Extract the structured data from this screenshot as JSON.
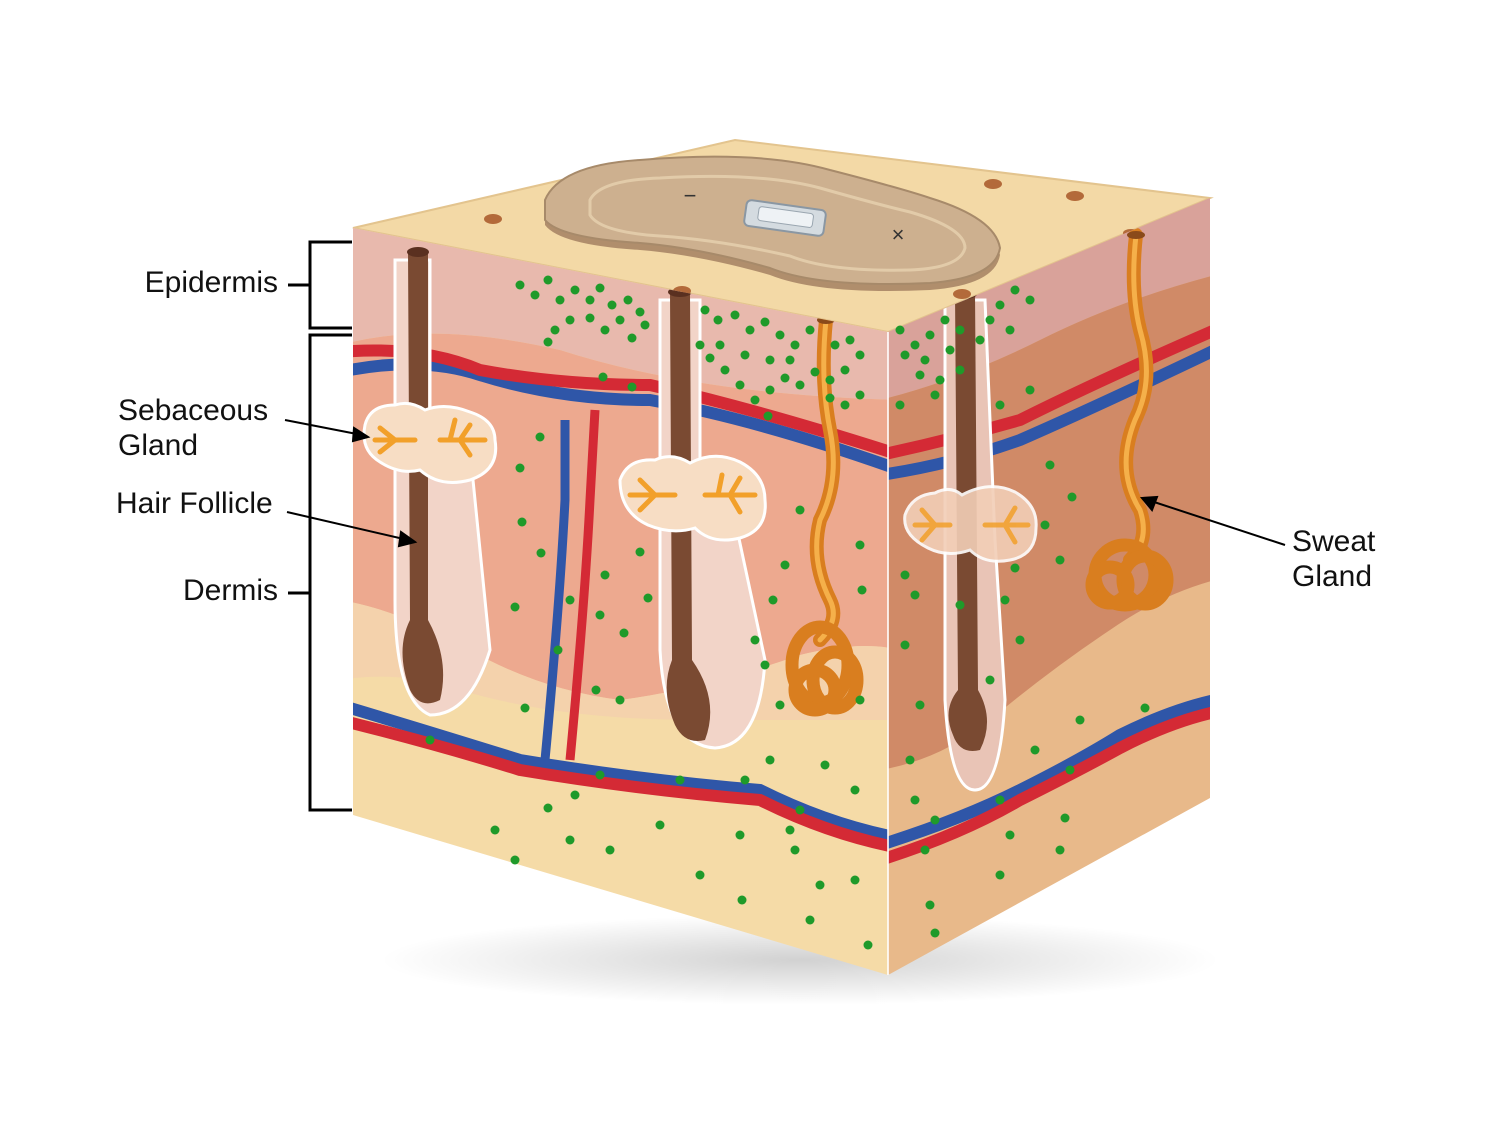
{
  "labels": {
    "epidermis": "Epidermis",
    "sebaceous_gland": [
      "Sebaceous",
      "Gland"
    ],
    "hair_follicle": "Hair Follicle",
    "dermis": "Dermis",
    "sweat_gland": [
      "Sweat",
      "Gland"
    ]
  },
  "patch": {
    "minus_mark": "−",
    "cross_mark": "×"
  },
  "colors": {
    "skin_top": "#f3d9a6",
    "epidermis": "#e8b9ad",
    "dermis": "#eda98f",
    "dermis_side": "#d08a67",
    "hypodermis": "#f5dba7",
    "artery": "#d42a35",
    "vein": "#2f56a8",
    "hair": "#7a4a32",
    "gland": "#f2a02a",
    "sweat_gland": "#d97e1f",
    "particle": "#1f9a2a",
    "patch": "#cdb08f"
  }
}
